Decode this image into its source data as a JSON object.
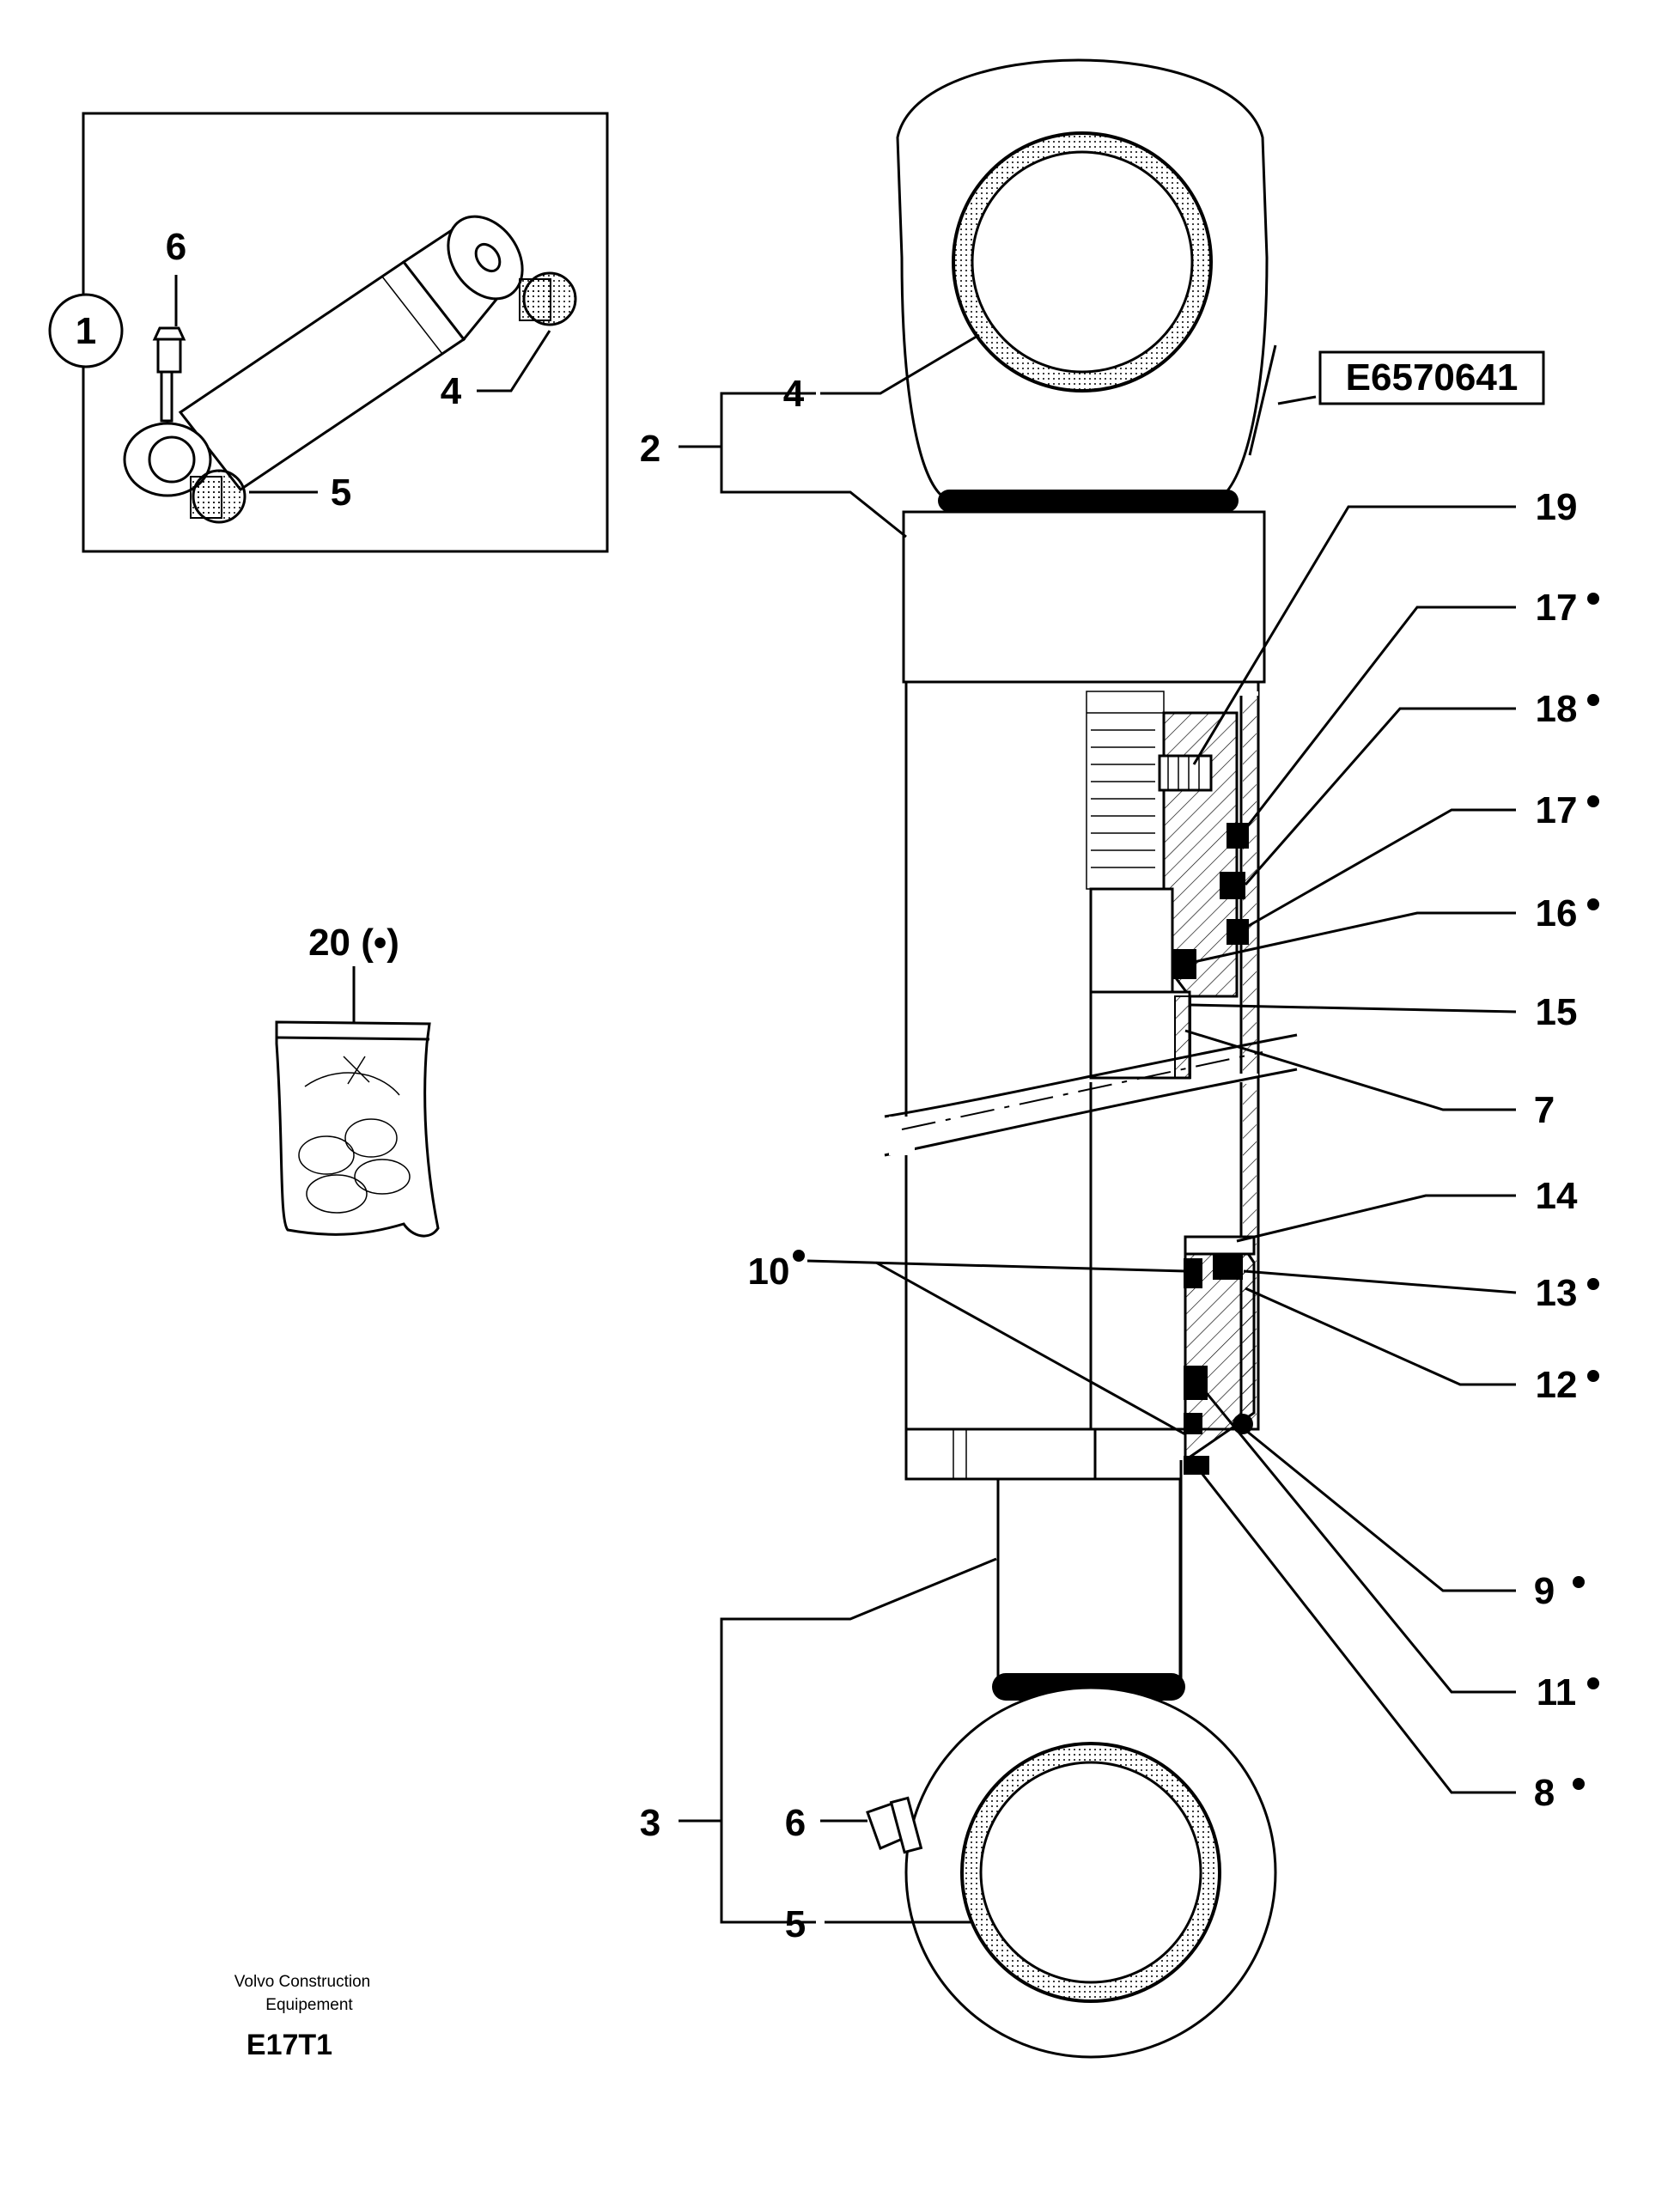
{
  "inset": {
    "assembly_callout": "1",
    "callouts": {
      "grease_nipple": "6",
      "bushing_top": "4",
      "bushing_bottom": "5"
    }
  },
  "kit": {
    "label": "20 (•)"
  },
  "reference_box": {
    "text": "E6570641"
  },
  "callouts": {
    "c2": "2",
    "c4": "4",
    "c19": "19",
    "c17a": "17",
    "c18": "18",
    "c17b": "17",
    "c16": "16",
    "c15": "15",
    "c7": "7",
    "c14": "14",
    "c10": "10",
    "c13": "13",
    "c12": "12",
    "c9": "9",
    "c11": "11",
    "c8": "8",
    "c3": "3",
    "c6": "6",
    "c5": "5"
  },
  "footer": {
    "line1": "Volvo Construction",
    "line2": "Equipement",
    "code": "E17T1"
  }
}
